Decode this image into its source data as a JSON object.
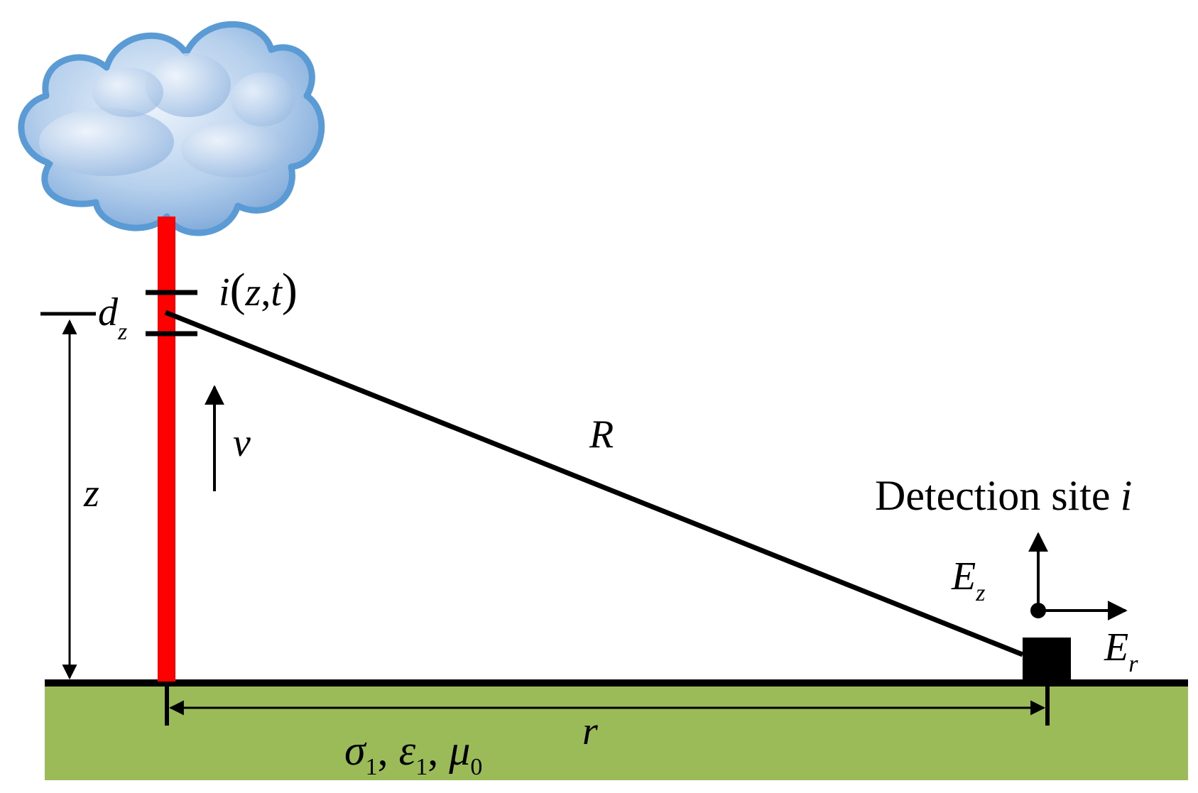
{
  "labels": {
    "current": "i(z,t)",
    "current_var": "i",
    "current_args_z": "z",
    "current_args_t": "t",
    "segment_d": "d",
    "segment_sub": "z",
    "height": "z",
    "velocity": "v",
    "distance_R": "R",
    "distance_r": "r",
    "site": "Detection site",
    "site_index": "i",
    "field_z": "E",
    "field_z_sub": "z",
    "field_r": "E",
    "field_r_sub": "r",
    "sigma": "σ",
    "sigma_sub": "1",
    "epsilon": "ε",
    "epsilon_sub": "1",
    "mu": "μ",
    "mu_sub": "0"
  },
  "colors": {
    "channel": "#ff0000",
    "ground": "#9bbb59",
    "cloud_fill": "#a9c6e8",
    "cloud_outline": "#5b9bd5",
    "lines": "#000000"
  },
  "icons": {
    "cloud": "cloud-icon",
    "detector": "detector-box"
  }
}
